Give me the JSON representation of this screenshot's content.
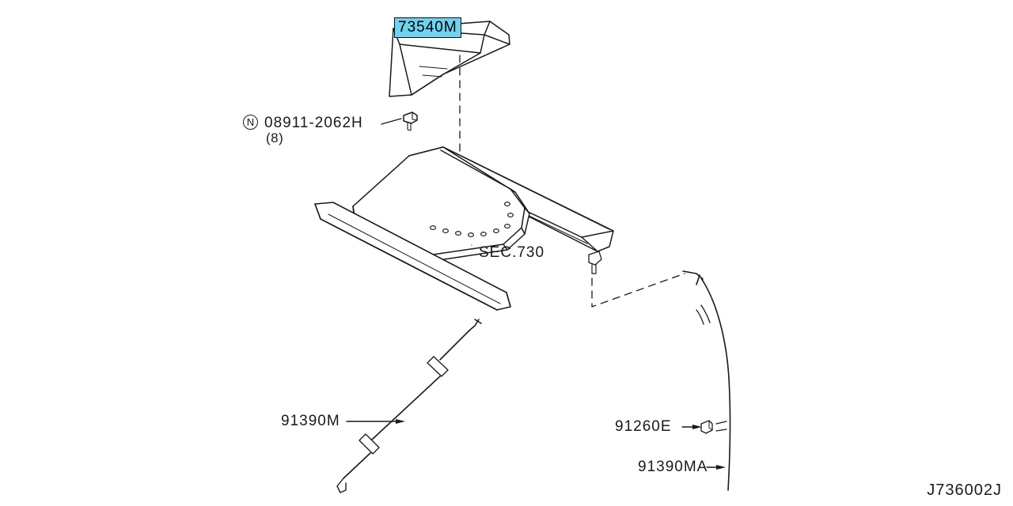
{
  "diagram": {
    "footer_code": "J736002J",
    "highlight_color": "#6fd2ef",
    "line_color": "#1a1a1a",
    "labels": {
      "part_73540M": "73540M",
      "fastener_code": "08911-2062H",
      "fastener_qty": "(8)",
      "fastener_prefix": "N",
      "section_ref": "SEC.730",
      "cable_91390M": "91390M",
      "clip_91260E": "91260E",
      "cable_91390MA": "91390MA"
    }
  }
}
